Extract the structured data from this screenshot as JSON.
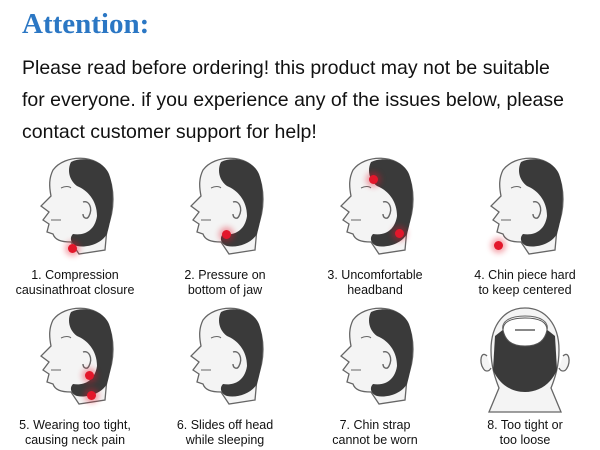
{
  "title": "Attention:",
  "intro": {
    "line1": "Please read before ordering! this product may not be suitable",
    "line2": "for everyone. if you experience any of the issues below, please",
    "line3": "contact customer support for help!"
  },
  "colors": {
    "title": "#2b77c4",
    "marker": "#e3172b",
    "strap": "#3a3a3a"
  },
  "issues": [
    {
      "line1": "1. Compression",
      "line2": "causinathroat closure",
      "icon": "head-with-strap-icon"
    },
    {
      "line1": "2. Pressure on",
      "line2": "bottom of jaw",
      "icon": "head-with-strap-icon"
    },
    {
      "line1": "3. Uncomfortable",
      "line2": "headband",
      "icon": "head-with-strap-icon"
    },
    {
      "line1": "4. Chin piece hard",
      "line2": "to keep centered",
      "icon": "head-with-strap-icon"
    },
    {
      "line1": "5. Wearing too tight,",
      "line2": "causing neck pain",
      "icon": "head-with-strap-icon"
    },
    {
      "line1": "6. Slides off head",
      "line2": "while sleeping",
      "icon": "head-with-strap-icon"
    },
    {
      "line1": "7. Chin strap",
      "line2": "cannot be worn",
      "icon": "head-with-strap-icon"
    },
    {
      "line1": "8. Too tight or",
      "line2": "too loose",
      "icon": "head-back-with-strap-icon"
    }
  ]
}
